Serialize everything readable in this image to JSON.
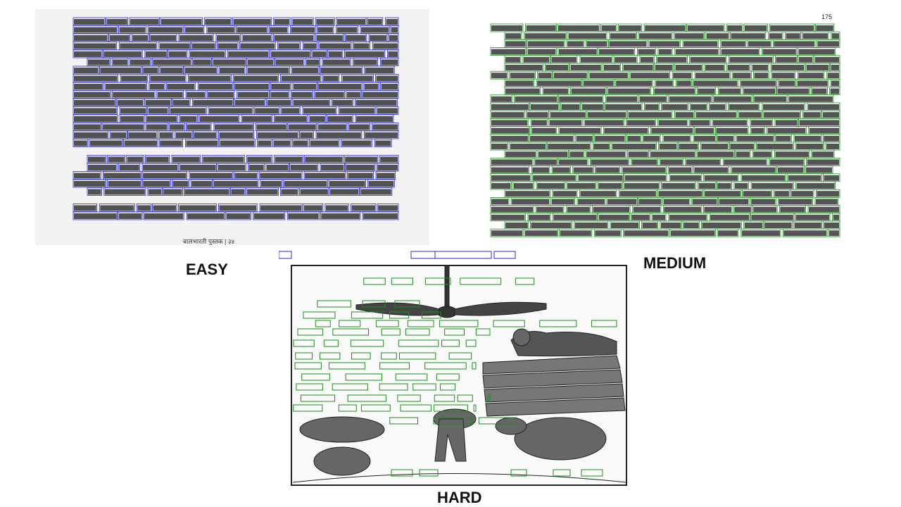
{
  "labels": {
    "easy": "EASY",
    "medium": "MEDIUM",
    "hard": "HARD"
  },
  "colors": {
    "page_background": "#ffffff",
    "scan_paper": "#f4f4f4",
    "text_ink": "#1b1b1b",
    "box_green": "#1a8f1a",
    "box_blue": "#2a2ad8"
  },
  "panels": {
    "easy": {
      "description_tag": "document-scan-with-word-boxes",
      "footer_text": "बालभारती पुस्तक | ३४"
    },
    "medium": {
      "header_right": "175"
    },
    "hard": {
      "illustration": "ceiling-fan-cat-mice"
    }
  }
}
